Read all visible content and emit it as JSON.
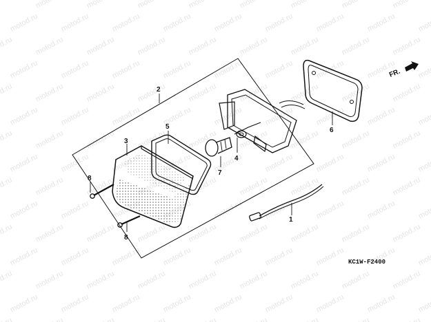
{
  "watermark": {
    "text": "motod.ru"
  },
  "direction": {
    "label": "FR."
  },
  "diagram_code": "KC1W-F2400",
  "callouts": [
    "1",
    "2",
    "3",
    "4",
    "5",
    "6",
    "7",
    "8",
    "8"
  ],
  "parts": [
    {
      "name": "part-1-wire-harness"
    },
    {
      "name": "part-2-assembly-box"
    },
    {
      "name": "part-3-lens"
    },
    {
      "name": "part-4-socket"
    },
    {
      "name": "part-5-lens-gasket"
    },
    {
      "name": "part-6-base-gasket"
    },
    {
      "name": "part-7-bulb"
    },
    {
      "name": "part-8-screw-upper"
    },
    {
      "name": "part-8-screw-lower"
    }
  ]
}
